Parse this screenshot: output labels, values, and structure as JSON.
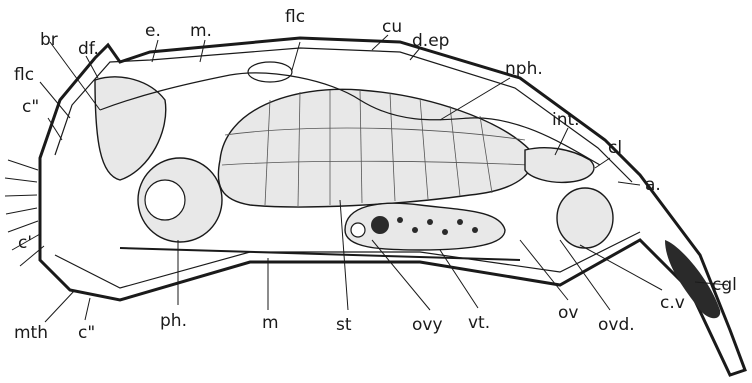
{
  "labels": {
    "br": "br",
    "df": "df.",
    "e": "e.",
    "m_top": "m.",
    "flc_top": "flc",
    "cu": "cu",
    "dep": "d.ep",
    "nph": "nph.",
    "flc_left": "flc",
    "c2_top": "c\"",
    "int": "int.",
    "cl": "cl",
    "a": "a.",
    "c1": "c'",
    "mth": "mth",
    "c2_bottom": "c\"",
    "ph": "ph.",
    "m_bottom": "m",
    "st": "st",
    "ovy": "ovy",
    "vt": "vt.",
    "ov": "ov",
    "ovd": "ovd.",
    "cv": "c.v",
    "cgl": "cgl"
  }
}
